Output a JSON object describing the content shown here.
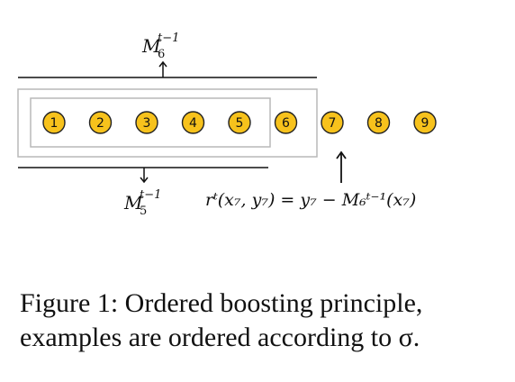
{
  "diagram": {
    "examples": [
      {
        "label": "1"
      },
      {
        "label": "2"
      },
      {
        "label": "3"
      },
      {
        "label": "4"
      },
      {
        "label": "5"
      },
      {
        "label": "6"
      },
      {
        "label": "7"
      },
      {
        "label": "8"
      },
      {
        "label": "9"
      }
    ],
    "top_model_label": {
      "base": "M",
      "sub": "6",
      "sup": "t−1"
    },
    "bottom_model_label": {
      "base": "M",
      "sub": "5",
      "sup": "t−1"
    },
    "residual_formula": "rᵗ(x₇, y₇) = y₇ − M₆ᵗ⁻¹(x₇)",
    "colors": {
      "circle_fill": "#f7c21c",
      "circle_stroke": "#222222",
      "outer_box_stroke": "#b9b9b9",
      "inner_box_stroke": "#b9b9b9",
      "line_color": "#111111"
    }
  },
  "caption": {
    "line1": "Figure 1: Ordered boosting principle,",
    "line2": "examples are ordered according to σ."
  }
}
